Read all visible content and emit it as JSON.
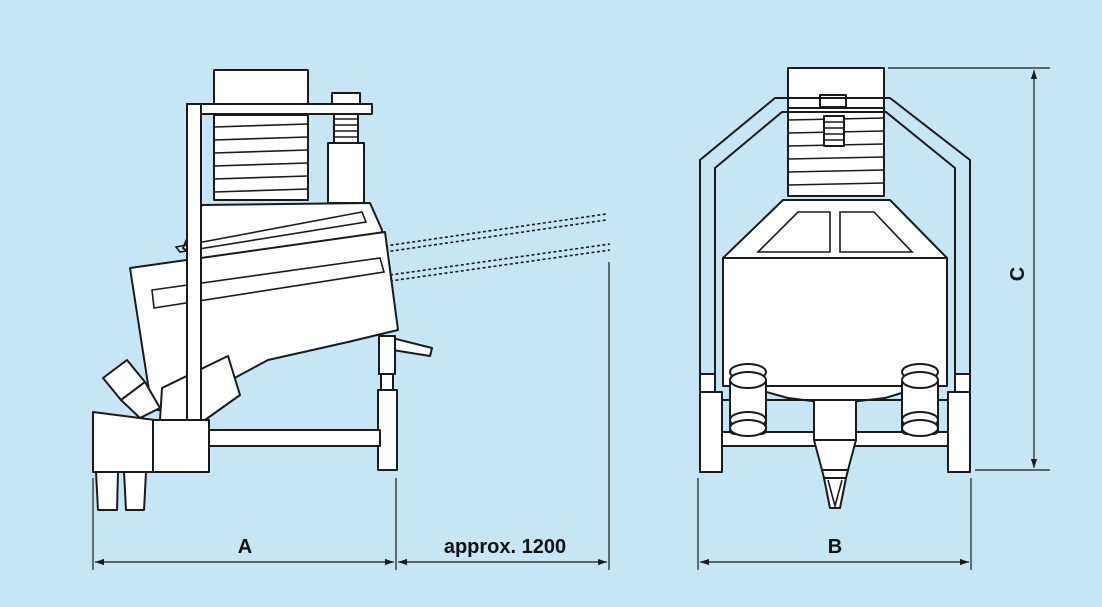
{
  "colors": {
    "background": "#c6e6f6",
    "line": "#1a1a1a",
    "fill": "#ffffff"
  },
  "dimensions": {
    "a": "A",
    "b": "B",
    "c": "C",
    "extension": "approx. 1200"
  }
}
